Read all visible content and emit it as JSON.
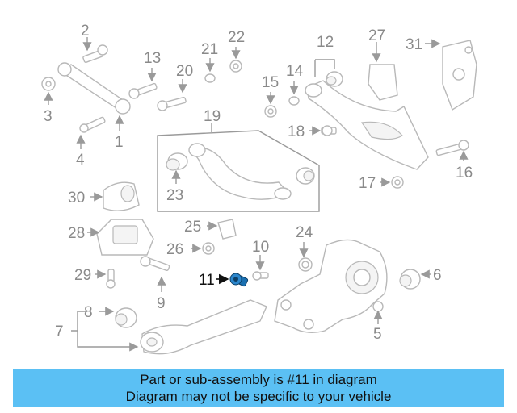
{
  "callouts": {
    "c1": "1",
    "c2": "2",
    "c3": "3",
    "c4": "4",
    "c5": "5",
    "c6": "6",
    "c7": "7",
    "c8": "8",
    "c9": "9",
    "c10": "10",
    "c11": "11",
    "c12": "12",
    "c13": "13",
    "c14": "14",
    "c15": "15",
    "c16": "16",
    "c17": "17",
    "c18": "18",
    "c19": "19",
    "c20": "20",
    "c21": "21",
    "c22": "22",
    "c23": "23",
    "c24": "24",
    "c25": "25",
    "c26": "26",
    "c27": "27",
    "c28": "28",
    "c29": "29",
    "c30": "30",
    "c31": "31"
  },
  "highlighted_part": "11",
  "colors": {
    "banner": "#5bc0f4",
    "highlight_part": "#1a6fb0"
  },
  "banner": {
    "line1": "Part or sub-assembly is #11 in diagram",
    "line2": "Diagram may not be specific to your vehicle"
  }
}
